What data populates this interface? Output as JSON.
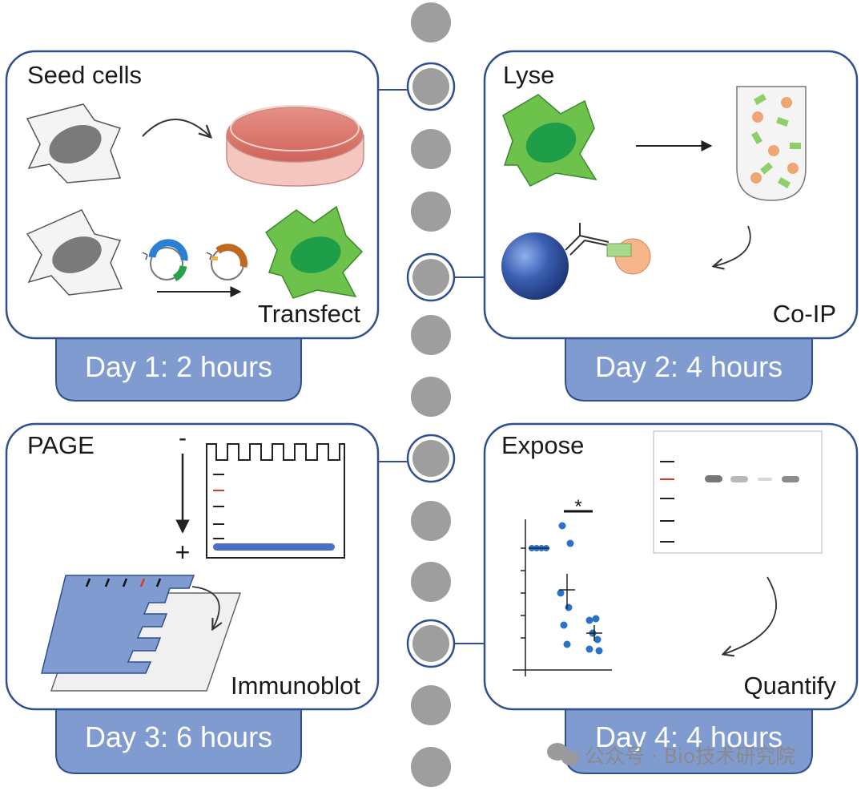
{
  "panels": {
    "day1": {
      "step_title": "Seed cells",
      "step_action": "Transfect",
      "day_label": "Day 1: 2 hours"
    },
    "day2": {
      "step_title": "Lyse",
      "step_action": "Co-IP",
      "day_label": "Day 2: 4 hours"
    },
    "day3": {
      "step_title": "PAGE",
      "step_action": "Immunoblot",
      "day_label": "Day 3: 6 hours",
      "gel_minus": "-",
      "gel_plus": "+"
    },
    "day4": {
      "step_title": "Expose",
      "step_action": "Quantify",
      "day_label": "Day 4: 4 hours",
      "significance_mark": "*"
    }
  },
  "watermark": {
    "text": "公众号 · Bio技术研究院"
  },
  "colors": {
    "panel_border": "#2f4f8f",
    "day_tab": "#7f9bd0",
    "cell_green": "#6cc24a",
    "nucleus_green": "#1f9e4a",
    "dish_red": "#e07a6e",
    "bead_blue": "#3a5fb0",
    "timeline_dot": "#9e9e9e"
  }
}
